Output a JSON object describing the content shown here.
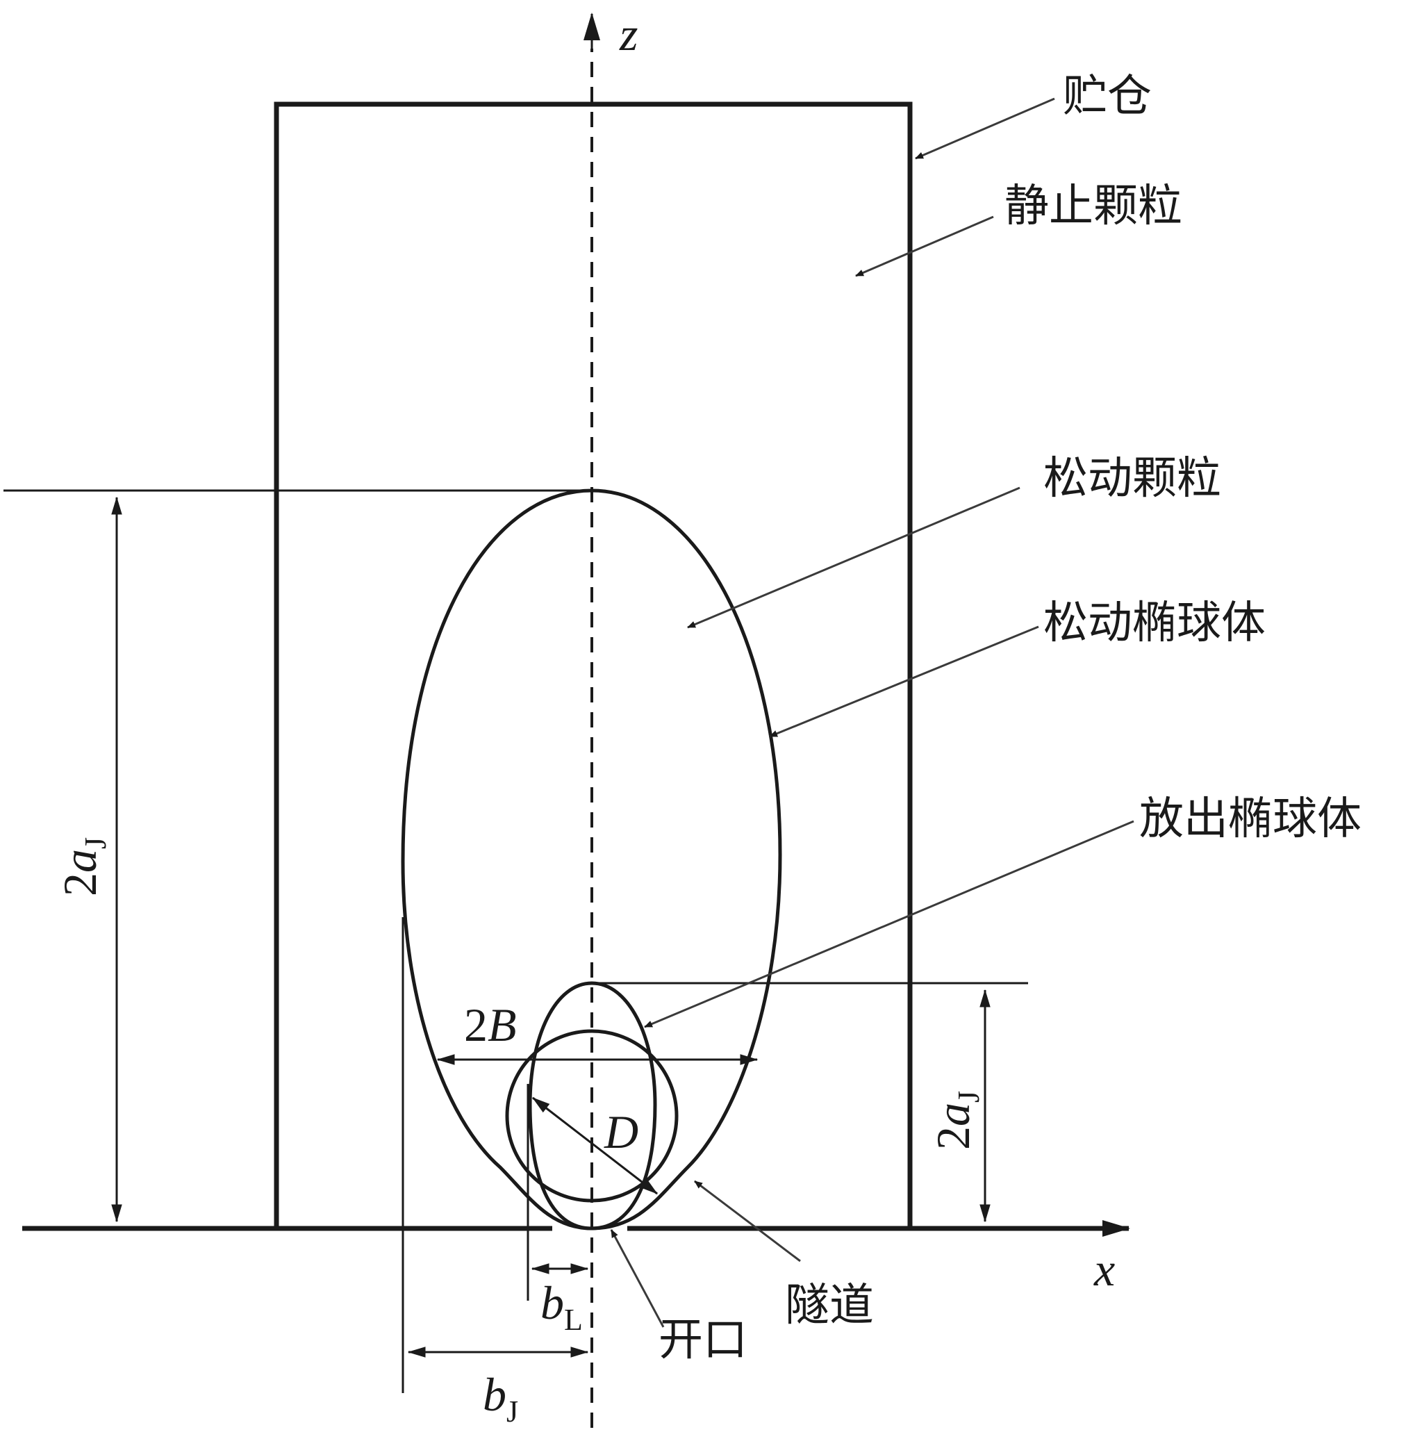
{
  "labels": {
    "silo": "贮仓",
    "static_particles": "静止颗粒",
    "loose_particles": "松动颗粒",
    "loose_ellipsoid": "松动椭球体",
    "draw_ellipsoid": "放出椭球体",
    "tunnel": "隧道",
    "opening": "开口"
  },
  "symbols": {
    "z_axis": "z",
    "x_axis": "x",
    "two": "2",
    "a": "a",
    "J": "J",
    "B": "B",
    "D": "D",
    "b": "b",
    "L": "L"
  },
  "colors": {
    "line": "#1a1a1a",
    "leader": "#3a3a3a",
    "background": "#ffffff"
  }
}
